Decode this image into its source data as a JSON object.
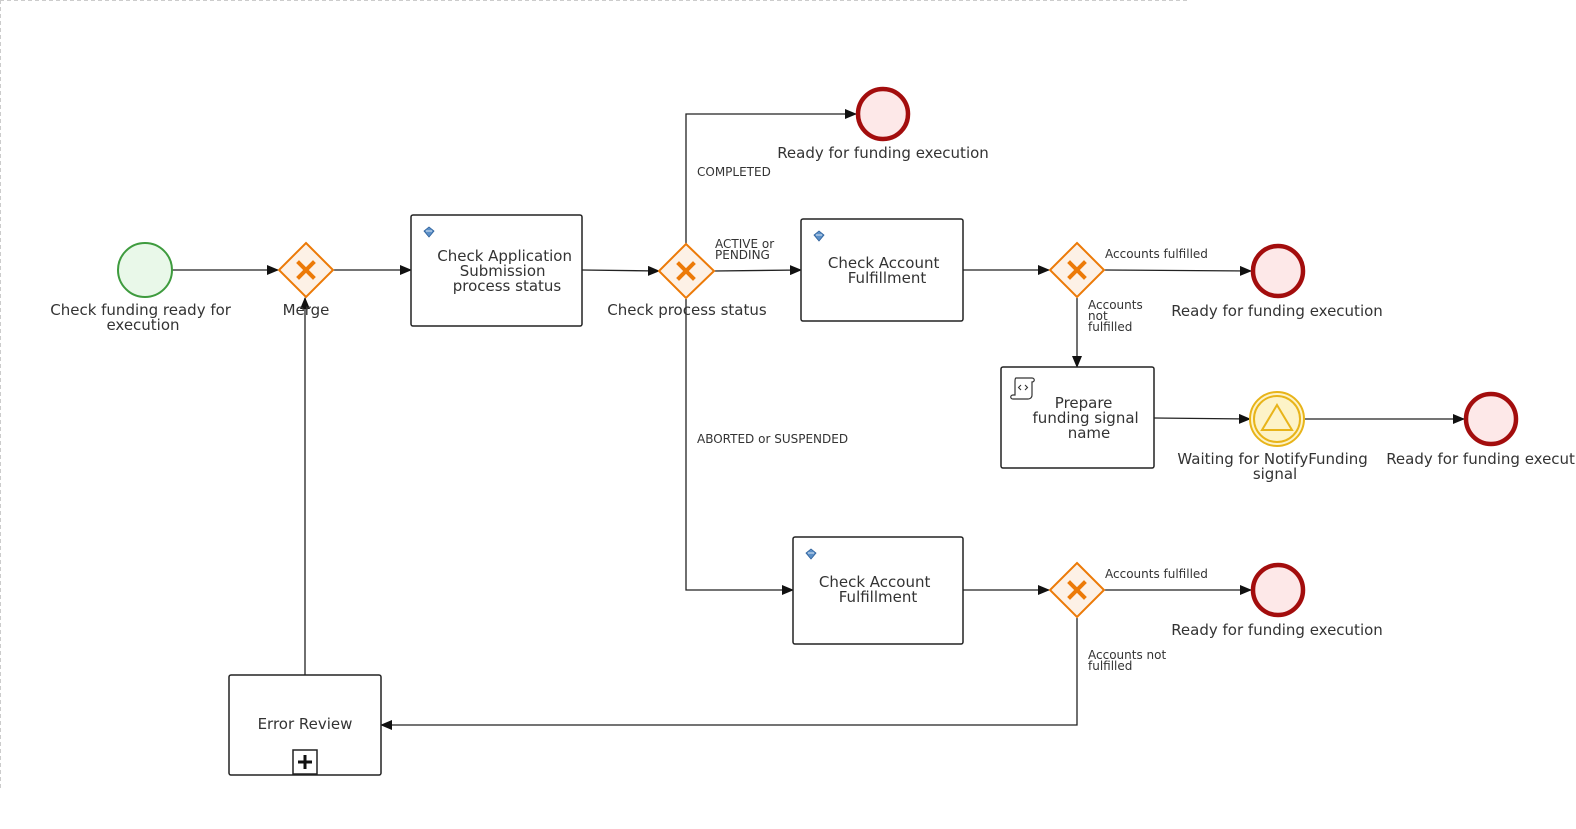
{
  "start_event": {
    "label_lines": [
      "Check funding ready for",
      "execution"
    ]
  },
  "merge_gateway": {
    "label": "Merge"
  },
  "task_check_app": {
    "label_lines": [
      "Check Application",
      "Submission",
      "process status"
    ]
  },
  "gateway_process_status": {
    "label": "Check process status"
  },
  "task_check_account_1": {
    "label_lines": [
      "Check Account",
      "Fulfillment"
    ]
  },
  "task_check_account_2": {
    "label_lines": [
      "Check Account",
      "Fulfillment"
    ]
  },
  "task_prepare_signal": {
    "label_lines": [
      "Prepare",
      "funding signal",
      "name"
    ]
  },
  "task_error_review": {
    "label": "Error Review"
  },
  "signal_event": {
    "label_lines": [
      "Waiting for NotifyFunding",
      "signal"
    ]
  },
  "end_events": {
    "top": "Ready for funding execution",
    "upper_right": "Ready for funding execution",
    "signal_right": "Ready for funding execution",
    "lower_right": "Ready for funding execution"
  },
  "edge_labels": {
    "completed": "COMPLETED",
    "active_pending": [
      "ACTIVE or",
      "PENDING"
    ],
    "aborted_suspended": "ABORTED or SUSPENDED",
    "accounts_fulfilled_1": "Accounts fulfilled",
    "accounts_not_fulfilled_1": [
      "Accounts",
      "not",
      "fulfilled"
    ],
    "accounts_fulfilled_2": "Accounts fulfilled",
    "accounts_not_fulfilled_2": [
      "Accounts not",
      "fulfilled"
    ]
  },
  "colors": {
    "start_fill": "#e9f8e9",
    "start_stroke": "#3e9b3e",
    "end_fill": "#fde8e8",
    "end_stroke": "#a30d0d",
    "gateway_fill": "#fdf1e6",
    "gateway_stroke": "#ec7a08",
    "signal_fill": "#fdf3c8",
    "signal_stroke": "#e8b41a"
  }
}
